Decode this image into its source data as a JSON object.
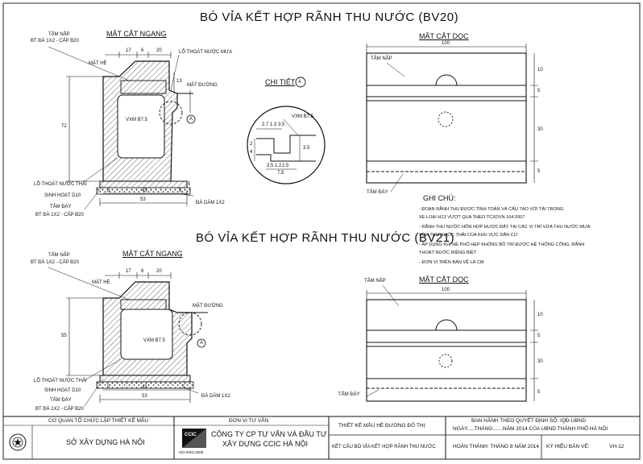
{
  "bv20": {
    "title": "BÓ VỈA KẾT HỢP RÃNH THU NƯỚC (BV20)",
    "cross_section": "MẶT CẮT NGANG",
    "long_section": "MẶT CẮT DỌC",
    "detail": "CHI TIẾT",
    "detail_mark": "A",
    "labels": {
      "tam_nap": "TẤM NẮP",
      "tam_nap_mat": "BT ĐÁ 1X2 - CẤP B20",
      "mat_he": "MẶT HÈ",
      "lo_thoat_mua": "LỖ THOÁT NƯỚC MƯA",
      "mat_duong": "MẶT ĐƯỜNG",
      "vxm": "VXM B7.5",
      "lo_thoat_thai": "LỖ THOÁT NƯỚC THẢI",
      "sinh_hoat": "SINH HOẠT D10",
      "tam_day": "TẤM ĐÁY",
      "tam_day_mat": "BT ĐÁ 1X2 - CẤP B20",
      "da_dam": "ĐÁ DĂM 1X2",
      "long_tam_nap": "TẤM NẮP",
      "long_tam_day": "TẤM ĐÁY",
      "detail_vxm": "VXM B7.5"
    },
    "dims": {
      "top": [
        "17",
        "6",
        "20"
      ],
      "right": "13",
      "left": "72",
      "bottom_inner": [
        "5",
        "43",
        "5"
      ],
      "bottom_total": "53",
      "base_right": "5",
      "long_length": "100",
      "long_right": [
        "10",
        "5",
        "30",
        "5"
      ],
      "detail_top": [
        "2.7",
        "1.3",
        "3.5"
      ],
      "detail_left": [
        "2",
        "4"
      ],
      "detail_bottom": [
        "3.5",
        "1.2",
        "2.5"
      ],
      "detail_total": "7.5",
      "detail_right": "3.5"
    }
  },
  "bv21": {
    "title": "BÓ VỈA KẾT HỢP RÃNH THU NƯỚC (BV21)",
    "cross_section": "MẶT CẮT NGANG",
    "long_section": "MẶT CẮT DỌC",
    "labels": {
      "tam_nap": "TẤM NẮP",
      "tam_nap_mat": "BT ĐÁ 1X2 - CẤP B20",
      "mat_he": "MẶT HÈ",
      "mat_duong": "MẶT ĐƯỜNG",
      "vxm": "VXM B7.5",
      "lo_thoat_thai": "LỖ THOÁT NƯỚC THẢI",
      "sinh_hoat": "SINH HOẠT D10",
      "tam_day": "TẤM ĐÁY",
      "tam_day_mat": "BT ĐÁ 1X2 - CẤP B20",
      "da_dam": "ĐÁ DĂM 1X2",
      "long_tam_nap": "TẤM NẮP",
      "long_tam_day": "TẤM ĐÁY"
    },
    "dims": {
      "top": [
        "17",
        "6",
        "20"
      ],
      "left": "55",
      "bottom_inner": [
        "5",
        "43",
        "5"
      ],
      "bottom_total": "53",
      "long_length": "100",
      "long_right": [
        "10",
        "5",
        "30",
        "5"
      ]
    }
  },
  "notes": {
    "heading": "GHI CHÚ:",
    "items": [
      "- ĐOẠN RÃNH THU ĐƯỢC TÍNH TOÁN VÀ CẤU TẠO VỚI TẢI TRỌNG",
      "  XE LOẠI H13 VƯỢT QUA THEO TCXDVN 104:2007",
      "- RÃNH THU NƯỚC HỖN HỢP ĐƯỢC ĐẶT TẠI CÁC VỊ TRÍ VỪA THU NƯỚC MƯA",
      "  VỪA THU NƯỚC THẢI CỦA KHU VỰC DÂN CƯ",
      "- ÁP DỤNG KHI HÈ PHỐ HẸP KHÔNG BỐ TRÍ ĐƯỢC HỆ THỐNG CỐNG, RÃNH",
      "  THOÁT NƯỚC RIÊNG BIỆT",
      "- ĐƠN VỊ TRÊN BẢN VẼ LÀ CM"
    ]
  },
  "title_block": {
    "agency_heading": "CƠ QUAN TỔ CHỨC LẬP THIẾT KẾ MẪU",
    "agency_name": "SỞ XÂY DỰNG HÀ NỘI",
    "consult_heading": "ĐƠN VỊ TƯ VẤN",
    "consult_name_1": "CÔNG TY CP TƯ VẤN VÀ ĐẦU TƯ",
    "consult_name_2": "XÂY DỰNG CCIC HÀ NỘI",
    "logo_text": "CCIC",
    "iso_text": "ISO 9001:2008",
    "project": "THIẾT KẾ MẪU HÈ ĐƯỜNG ĐÔ THỊ",
    "drawing": "KẾT CẤU BÓ VỈA KẾT HỢP RÃNH THU NƯỚC",
    "decision_1": "BAN HÀNH THEO QUYẾT ĐỊNH SỐ:              /QĐ-UBND",
    "decision_2": "NGÀY.....THÁNG.......NĂM 2014 CỦA UBND THÀNH PHỐ HÀ NỘI",
    "completed": "HOÀN THÀNH: THÁNG 8 NĂM 2014",
    "sheet_label": "KÝ HIỆU BẢN VẼ:",
    "sheet_no": "VH-12"
  }
}
